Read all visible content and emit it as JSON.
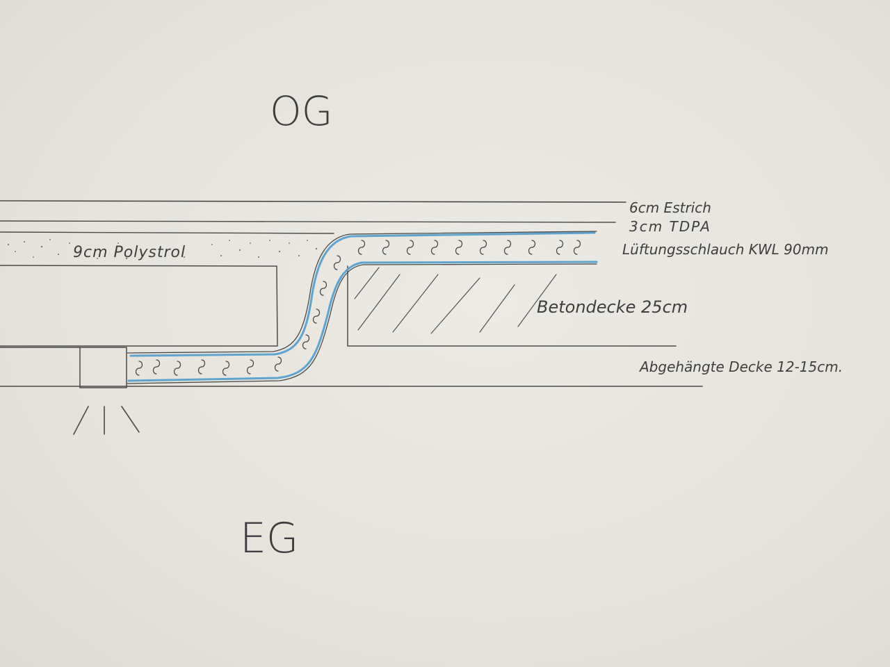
{
  "floors": {
    "upper": "OG",
    "lower": "EG"
  },
  "layers": {
    "screed": "6cm Estrich",
    "impact_sound": "3cm TDPA",
    "insulation": "9cm Polystrol",
    "duct": "Lüftungsschlauch KWL 90mm",
    "concrete": "Betondecke 25cm",
    "suspended_ceiling": "Abgehängte Decke 12-15cm."
  },
  "colors": {
    "pencil": "#4a4a4a",
    "duct_blue": "#5fa3cf",
    "paper": "#e7e5df"
  }
}
